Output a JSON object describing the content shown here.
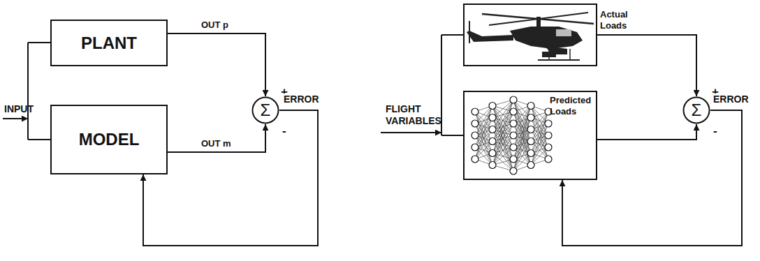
{
  "diagram": {
    "nodes": [
      {
        "text": [
          "PLANT"
        ]
      },
      {
        "text": [
          "MODEL"
        ]
      },
      {
        "text": [
          "Σ"
        ]
      },
      {
        "text": [
          "Actual Loads"
        ]
      },
      {
        "text": [
          "Predicted Loads"
        ]
      },
      {
        "text": [
          "Σ"
        ]
      }
    ],
    "edges": [
      {
        "from": 0,
        "to": 2,
        "label": "OUT p",
        "arrow": "to"
      },
      {
        "from": 1,
        "to": 2,
        "label": "OUT m",
        "arrow": "to"
      },
      {
        "from": 2,
        "to": 1,
        "label": "ERROR",
        "arrow": "to"
      },
      {
        "from": 3,
        "to": 5,
        "arrow": "to"
      },
      {
        "from": 4,
        "to": 5,
        "arrow": "to"
      },
      {
        "from": 5,
        "to": 4,
        "label": "ERROR",
        "arrow": "to"
      }
    ],
    "labels": [
      "INPUT",
      "+",
      "-",
      "FLIGHT VARIABLES",
      "+",
      "-"
    ]
  }
}
